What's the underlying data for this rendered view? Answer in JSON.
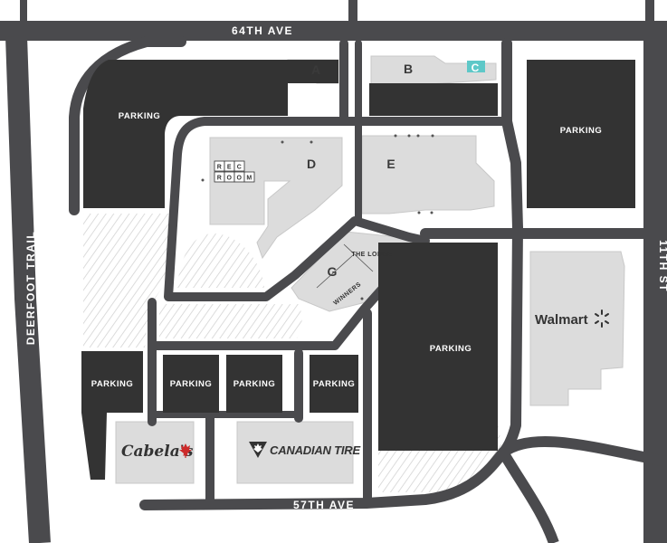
{
  "roads": {
    "north": "64TH AVE",
    "south": "57TH AVE",
    "west": "DEERFOOT TRAIL",
    "east": "11TH ST"
  },
  "buildings": {
    "a": "A",
    "b": "B",
    "c": "C",
    "d": "D",
    "e": "E",
    "g": "G"
  },
  "tenants": {
    "lodge": "THE LODGE",
    "winners": "WINNERS",
    "rec_room_letters": [
      "R",
      "E",
      "C",
      "R",
      "O",
      "O",
      "M"
    ],
    "walmart": "Walmart",
    "cabelas": "Cabela's",
    "canadian_tire": "CANADIAN TIRE"
  },
  "parking": {
    "northwest": "PARKING",
    "northeast": "PARKING",
    "center": "PARKING",
    "south_1": "PARKING",
    "south_2": "PARKING",
    "south_3": "PARKING",
    "south_4": "PARKING"
  },
  "colors": {
    "road": "#4a4a4d",
    "parking": "#333333",
    "building": "#dcdcdc",
    "building_stroke": "#c8c8c8",
    "hatch": "#d6d6d6",
    "accent_c": "#5ec8c8",
    "maple": "#cc2a2a"
  }
}
